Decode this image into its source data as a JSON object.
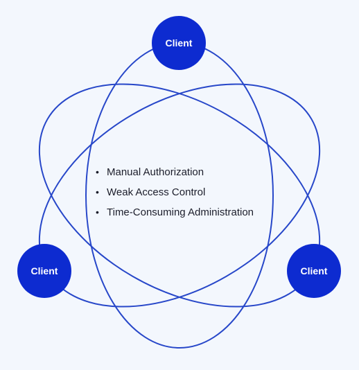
{
  "colors": {
    "background": "#f3f7fd",
    "node_fill": "#0d2bd0",
    "orbit_stroke": "#2747c9",
    "text": "#1b1d2a"
  },
  "nodes": {
    "top": {
      "label": "Client"
    },
    "left": {
      "label": "Client"
    },
    "right": {
      "label": "Client"
    }
  },
  "issues": [
    {
      "bullet": "•",
      "text": "Manual Authorization"
    },
    {
      "bullet": "•",
      "text": "Weak Access Control"
    },
    {
      "bullet": "•",
      "text": "Time-Consuming Administration"
    }
  ]
}
